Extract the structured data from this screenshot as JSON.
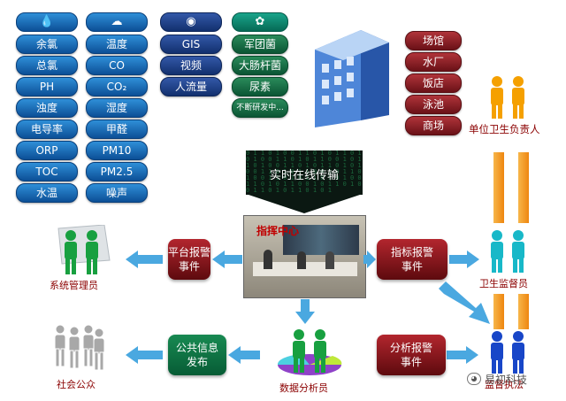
{
  "col_water": [
    "余氯",
    "总氯",
    "PH",
    "浊度",
    "电导率",
    "ORP",
    "TOC",
    "水温"
  ],
  "col_air": [
    "温度",
    "CO",
    "CO₂",
    "湿度",
    "甲醛",
    "PM10",
    "PM2.5",
    "噪声"
  ],
  "col_video": [
    "GIS",
    "视频",
    "人流量"
  ],
  "col_bio": [
    "军团菌",
    "大肠杆菌",
    "尿素",
    "不断研发中..."
  ],
  "venues": [
    "场馆",
    "水厂",
    "饭店",
    "泳池",
    "商场"
  ],
  "labels": {
    "transmission": "实时在线传输",
    "command_center": "指挥中心",
    "platform_alarm": [
      "平台报警",
      "事件"
    ],
    "indicator_alarm": [
      "指标报警",
      "事件"
    ],
    "public_info": [
      "公共信息",
      "发布"
    ],
    "analysis_alarm": [
      "分析报警",
      "事件"
    ],
    "sys_admin": "系统管理员",
    "public": "社会公众",
    "data_analyst": "数据分析员",
    "unit_health": "单位卫生负责人",
    "health_supervisor": "卫生监督员",
    "bottom_right": "监督执法",
    "watermark": "易初科技"
  },
  "colors": {
    "accent_orange": "#f39a1e",
    "arrow_blue": "#4aa8e0",
    "person_green": "#18a040",
    "person_orange": "#f5a000",
    "person_cyan": "#18b8c8",
    "person_blue": "#1846c8",
    "person_gray": "#a8a8a8"
  }
}
